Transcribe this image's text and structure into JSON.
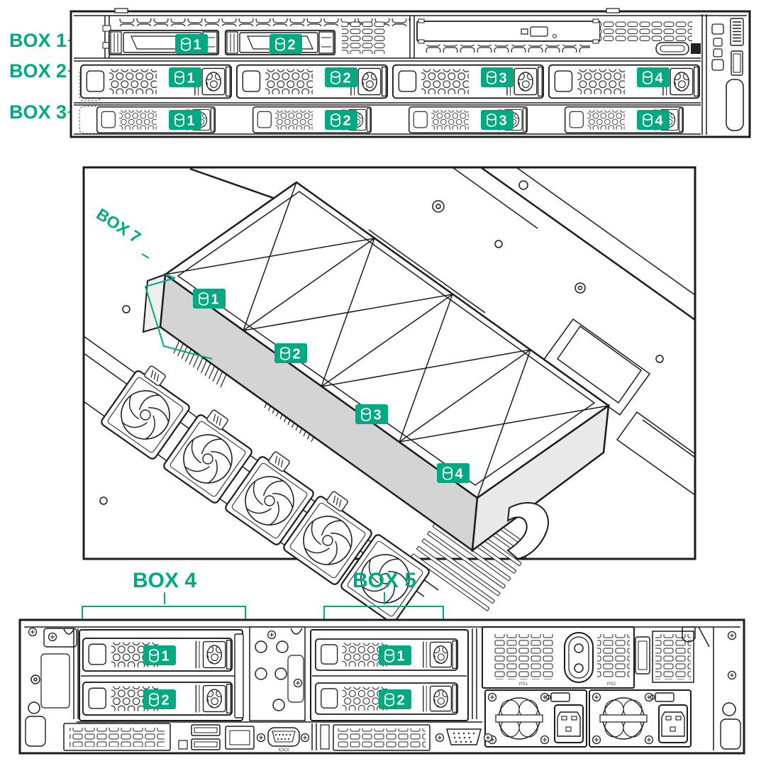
{
  "colors": {
    "accent": "#01A982",
    "line": "#1c1c1c",
    "cage_face": "#d4d4d4"
  },
  "front_view": {
    "boxes": [
      {
        "label": "BOX 1",
        "drives": [
          "1",
          "2"
        ]
      },
      {
        "label": "BOX 2",
        "drives": [
          "1",
          "2",
          "3",
          "4"
        ]
      },
      {
        "label": "BOX 3",
        "drives": [
          "1",
          "2",
          "3",
          "4"
        ]
      }
    ]
  },
  "internal_view": {
    "label": "BOX 7",
    "drives": [
      "1",
      "2",
      "3",
      "4"
    ]
  },
  "rear_view": {
    "boxes": [
      {
        "label": "BOX 4",
        "drives": [
          "1",
          "2"
        ]
      },
      {
        "label": "BOX 5",
        "drives": [
          "1",
          "2"
        ]
      }
    ],
    "labels": {
      "serial": "IOIOI",
      "psu1": "PS1",
      "psu2": "PS2"
    }
  }
}
